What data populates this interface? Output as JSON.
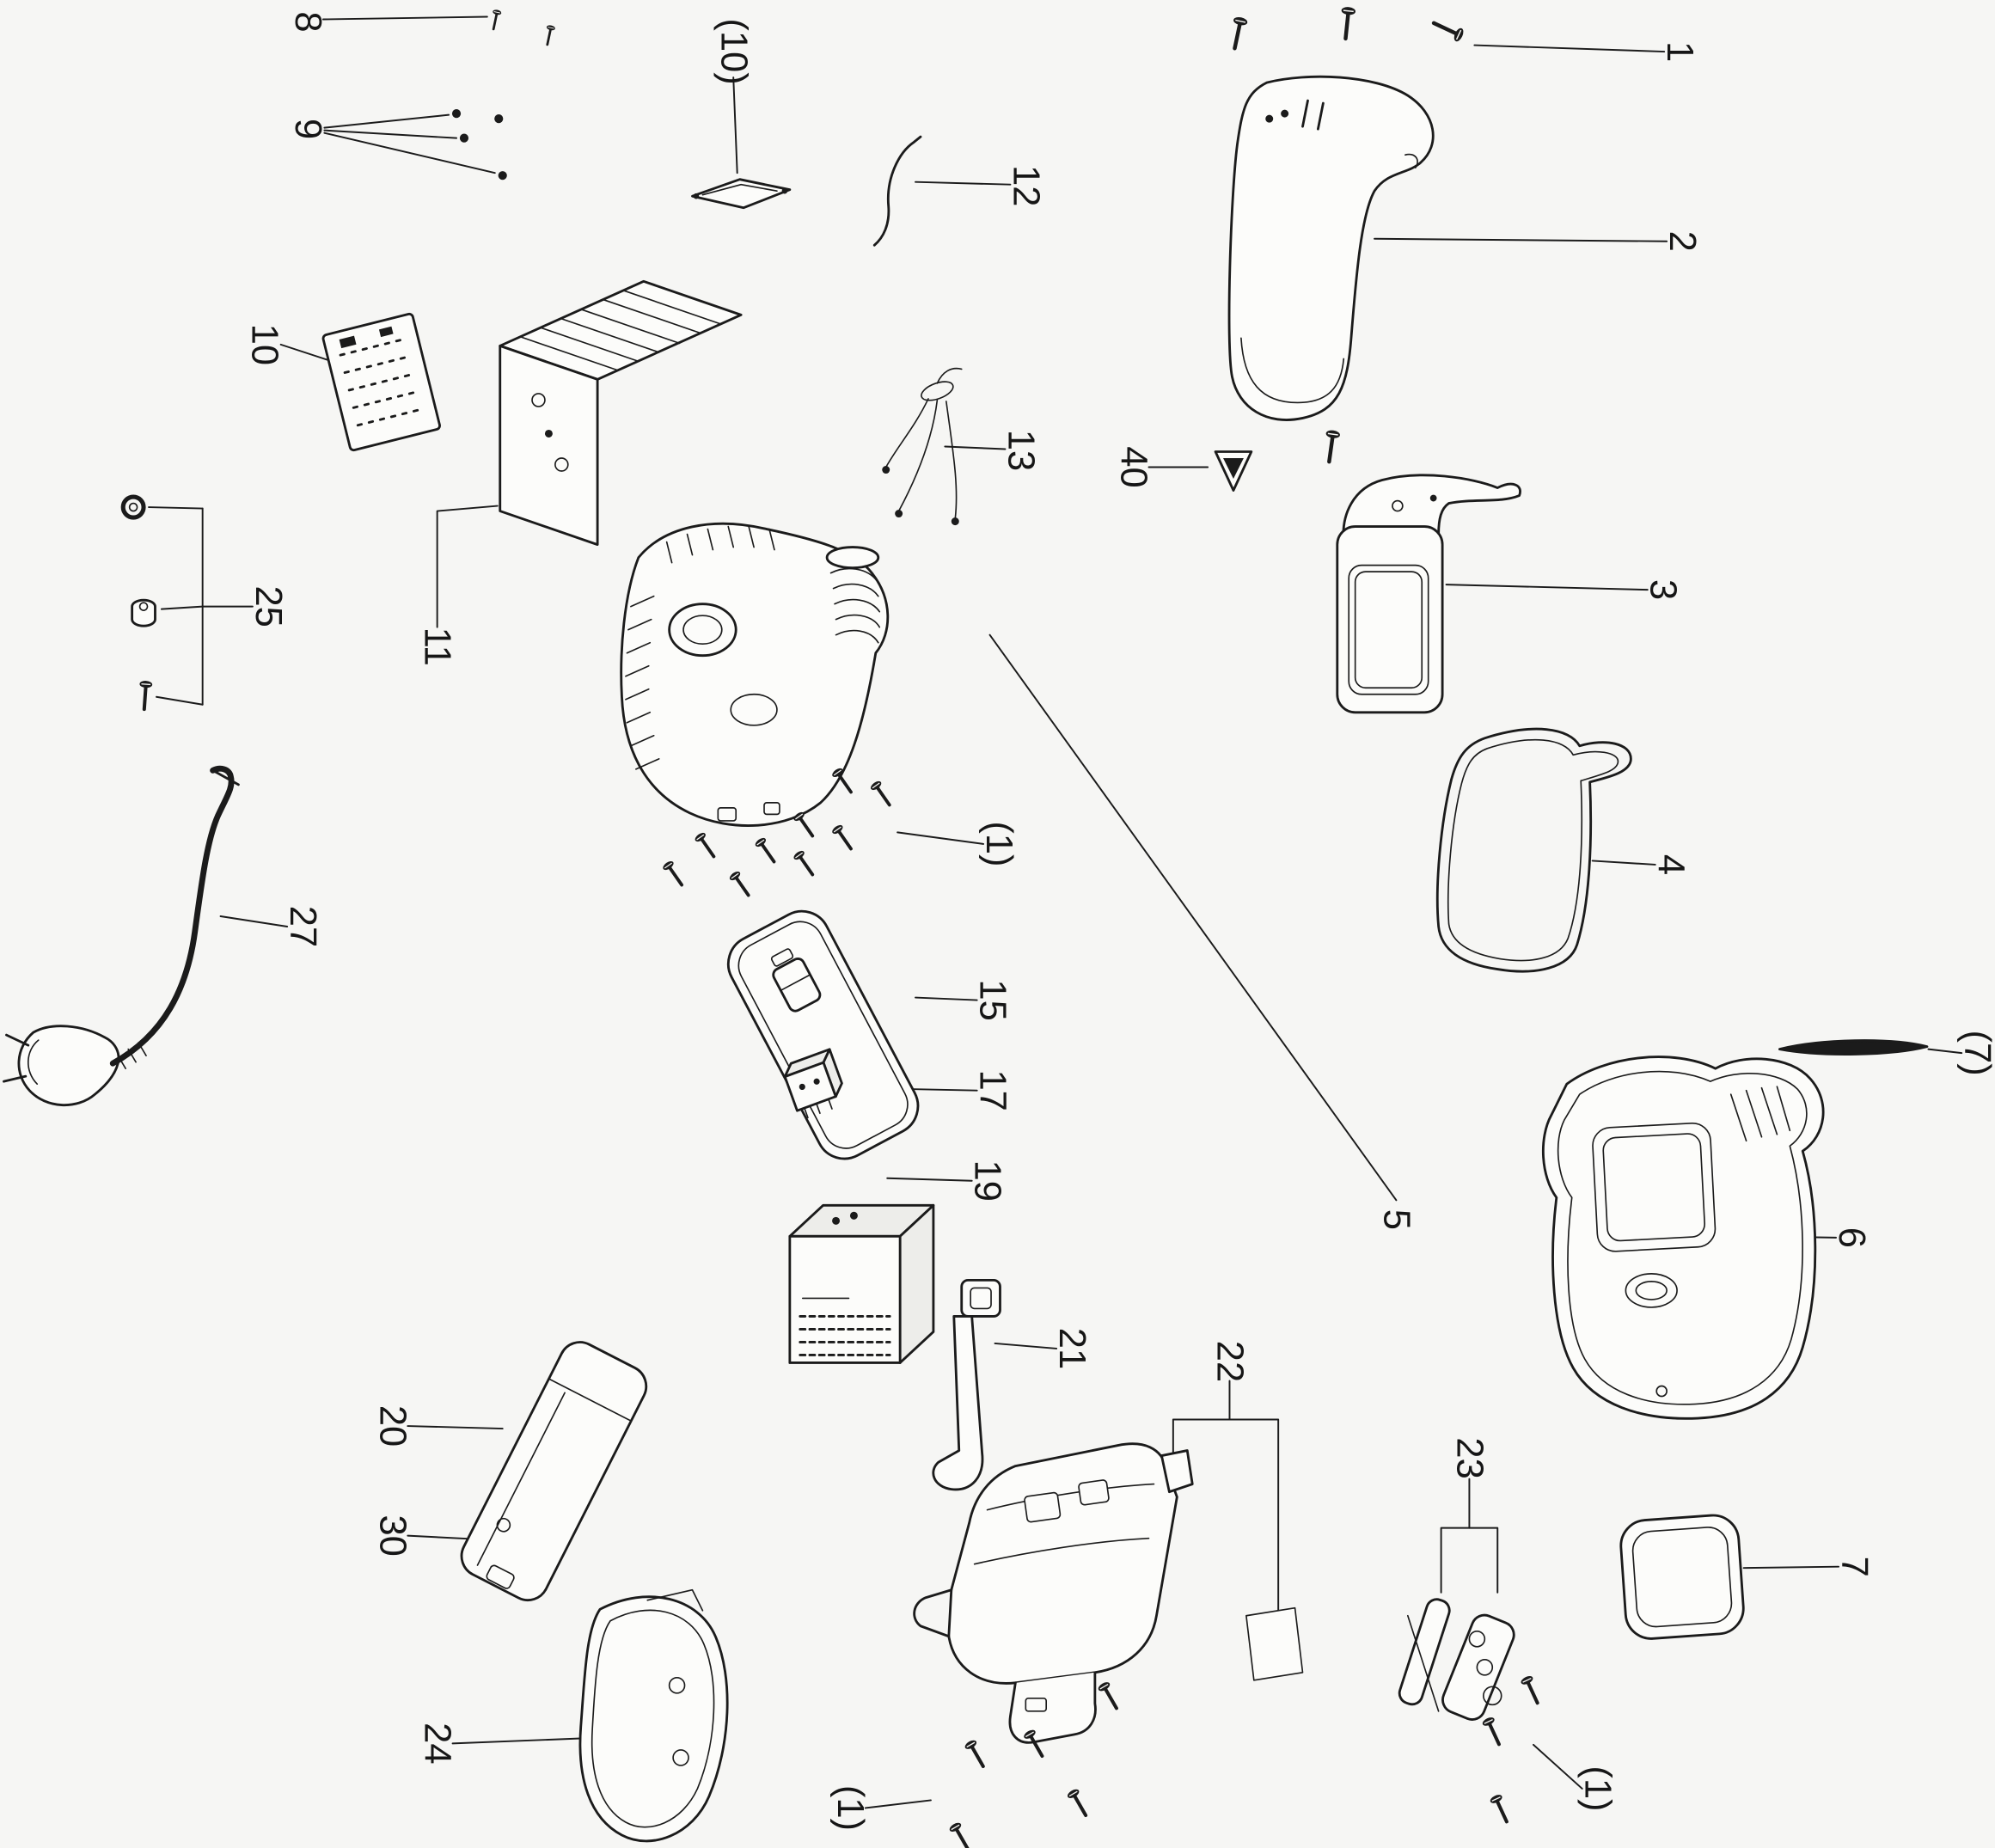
{
  "diagram": {
    "type": "exploded-parts-diagram",
    "description": "Exploded spare-parts view of a cordless grass shear / power tool with numbered callouts",
    "background_color": "#f6f6f4",
    "line_color": "#1b1b1b",
    "labels": {
      "c8": "8",
      "c9": "9",
      "c10p": "(10)",
      "c12": "12",
      "c1": "1",
      "c2": "2",
      "c10": "10",
      "c40": "40",
      "c13": "13",
      "c3": "3",
      "c11": "11",
      "c25": "25",
      "c1a": "(1)",
      "c4": "4",
      "c27": "27",
      "c15": "15",
      "c17": "17",
      "c19": "19",
      "c5": "5",
      "c7p": "(7)",
      "c6": "6",
      "c21": "21",
      "c20": "20",
      "c30": "30",
      "c22": "22",
      "c23": "23",
      "c7": "7",
      "c24": "24",
      "c1b": "(1)",
      "c1c": "(1)"
    }
  }
}
